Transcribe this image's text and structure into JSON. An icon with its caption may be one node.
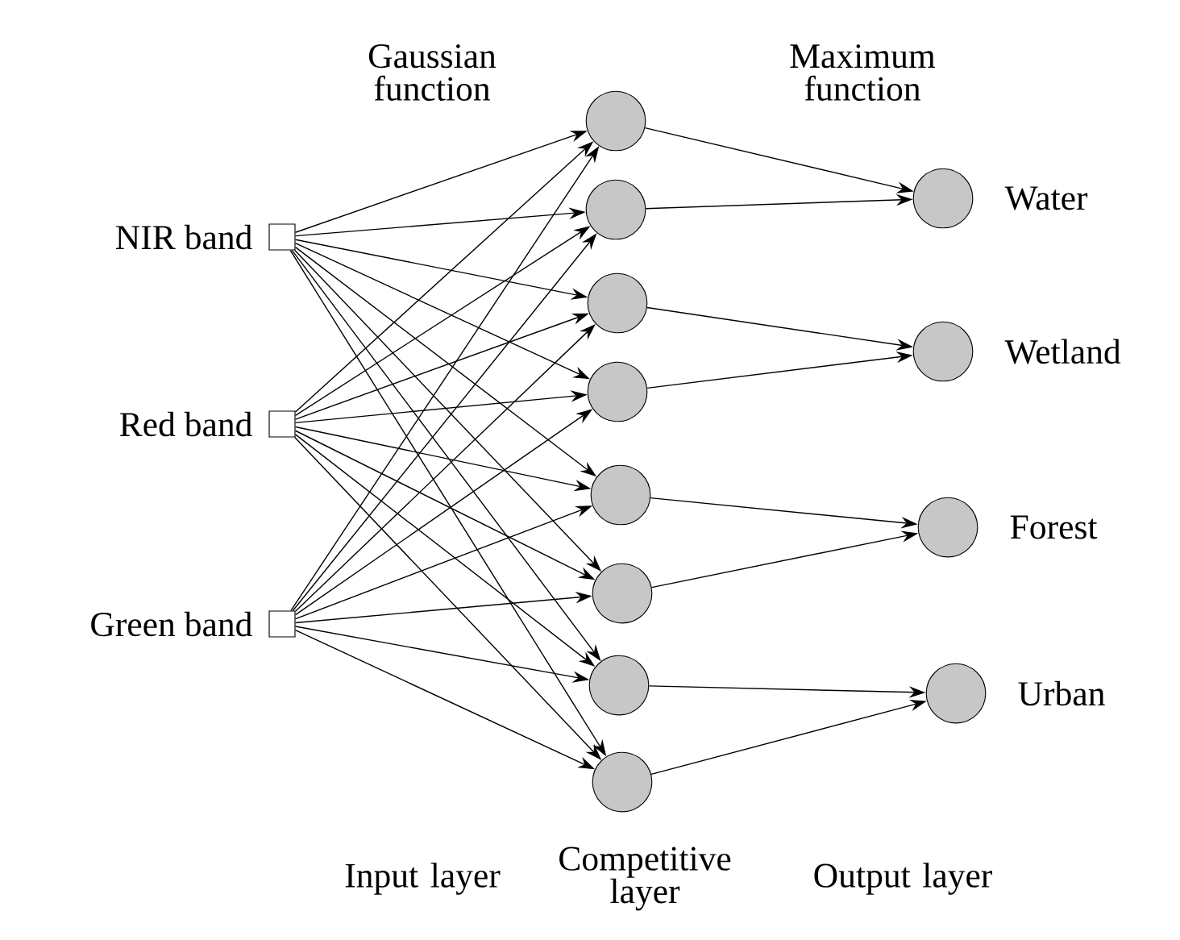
{
  "diagram": {
    "nodes": [
      {
        "text": [],
        "shape": "box",
        "beside": [
          "NIR band"
        ]
      },
      {
        "text": [],
        "shape": "box",
        "beside": [
          "Red band"
        ]
      },
      {
        "text": [],
        "shape": "box",
        "beside": [
          "Green band"
        ]
      },
      {
        "text": [],
        "shape": "circle"
      },
      {
        "text": [],
        "shape": "circle"
      },
      {
        "text": [],
        "shape": "circle"
      },
      {
        "text": [],
        "shape": "circle"
      },
      {
        "text": [],
        "shape": "circle"
      },
      {
        "text": [],
        "shape": "circle"
      },
      {
        "text": [],
        "shape": "circle"
      },
      {
        "text": [],
        "shape": "circle"
      },
      {
        "text": [],
        "shape": "circle",
        "beside": [
          "Water"
        ]
      },
      {
        "text": [],
        "shape": "circle",
        "beside": [
          "Wetland"
        ]
      },
      {
        "text": [],
        "shape": "circle",
        "beside": [
          "Forest"
        ]
      },
      {
        "text": [],
        "shape": "circle",
        "beside": [
          "Urban"
        ]
      }
    ],
    "edges": [
      {
        "from": 0,
        "to": 3,
        "arrow": "to"
      },
      {
        "from": 0,
        "to": 4,
        "arrow": "to"
      },
      {
        "from": 0,
        "to": 5,
        "arrow": "to"
      },
      {
        "from": 0,
        "to": 6,
        "arrow": "to"
      },
      {
        "from": 0,
        "to": 7,
        "arrow": "to"
      },
      {
        "from": 0,
        "to": 8,
        "arrow": "to"
      },
      {
        "from": 0,
        "to": 9,
        "arrow": "to"
      },
      {
        "from": 0,
        "to": 10,
        "arrow": "to"
      },
      {
        "from": 1,
        "to": 3,
        "arrow": "to"
      },
      {
        "from": 1,
        "to": 4,
        "arrow": "to"
      },
      {
        "from": 1,
        "to": 5,
        "arrow": "to"
      },
      {
        "from": 1,
        "to": 6,
        "arrow": "to"
      },
      {
        "from": 1,
        "to": 7,
        "arrow": "to"
      },
      {
        "from": 1,
        "to": 8,
        "arrow": "to"
      },
      {
        "from": 1,
        "to": 9,
        "arrow": "to"
      },
      {
        "from": 1,
        "to": 10,
        "arrow": "to"
      },
      {
        "from": 2,
        "to": 3,
        "arrow": "to"
      },
      {
        "from": 2,
        "to": 4,
        "arrow": "to"
      },
      {
        "from": 2,
        "to": 5,
        "arrow": "to"
      },
      {
        "from": 2,
        "to": 6,
        "arrow": "to"
      },
      {
        "from": 2,
        "to": 7,
        "arrow": "to"
      },
      {
        "from": 2,
        "to": 8,
        "arrow": "to"
      },
      {
        "from": 2,
        "to": 9,
        "arrow": "to"
      },
      {
        "from": 2,
        "to": 10,
        "arrow": "to"
      },
      {
        "from": 3,
        "to": 11,
        "arrow": "to"
      },
      {
        "from": 4,
        "to": 11,
        "arrow": "to"
      },
      {
        "from": 5,
        "to": 12,
        "arrow": "to"
      },
      {
        "from": 6,
        "to": 12,
        "arrow": "to"
      },
      {
        "from": 7,
        "to": 13,
        "arrow": "to"
      },
      {
        "from": 8,
        "to": 13,
        "arrow": "to"
      },
      {
        "from": 9,
        "to": 14,
        "arrow": "to"
      },
      {
        "from": 10,
        "to": 14,
        "arrow": "to"
      }
    ],
    "labels": [
      "Gaussian function",
      "Maximum function",
      "Input layer",
      "Competitive layer",
      "Output layer"
    ]
  }
}
